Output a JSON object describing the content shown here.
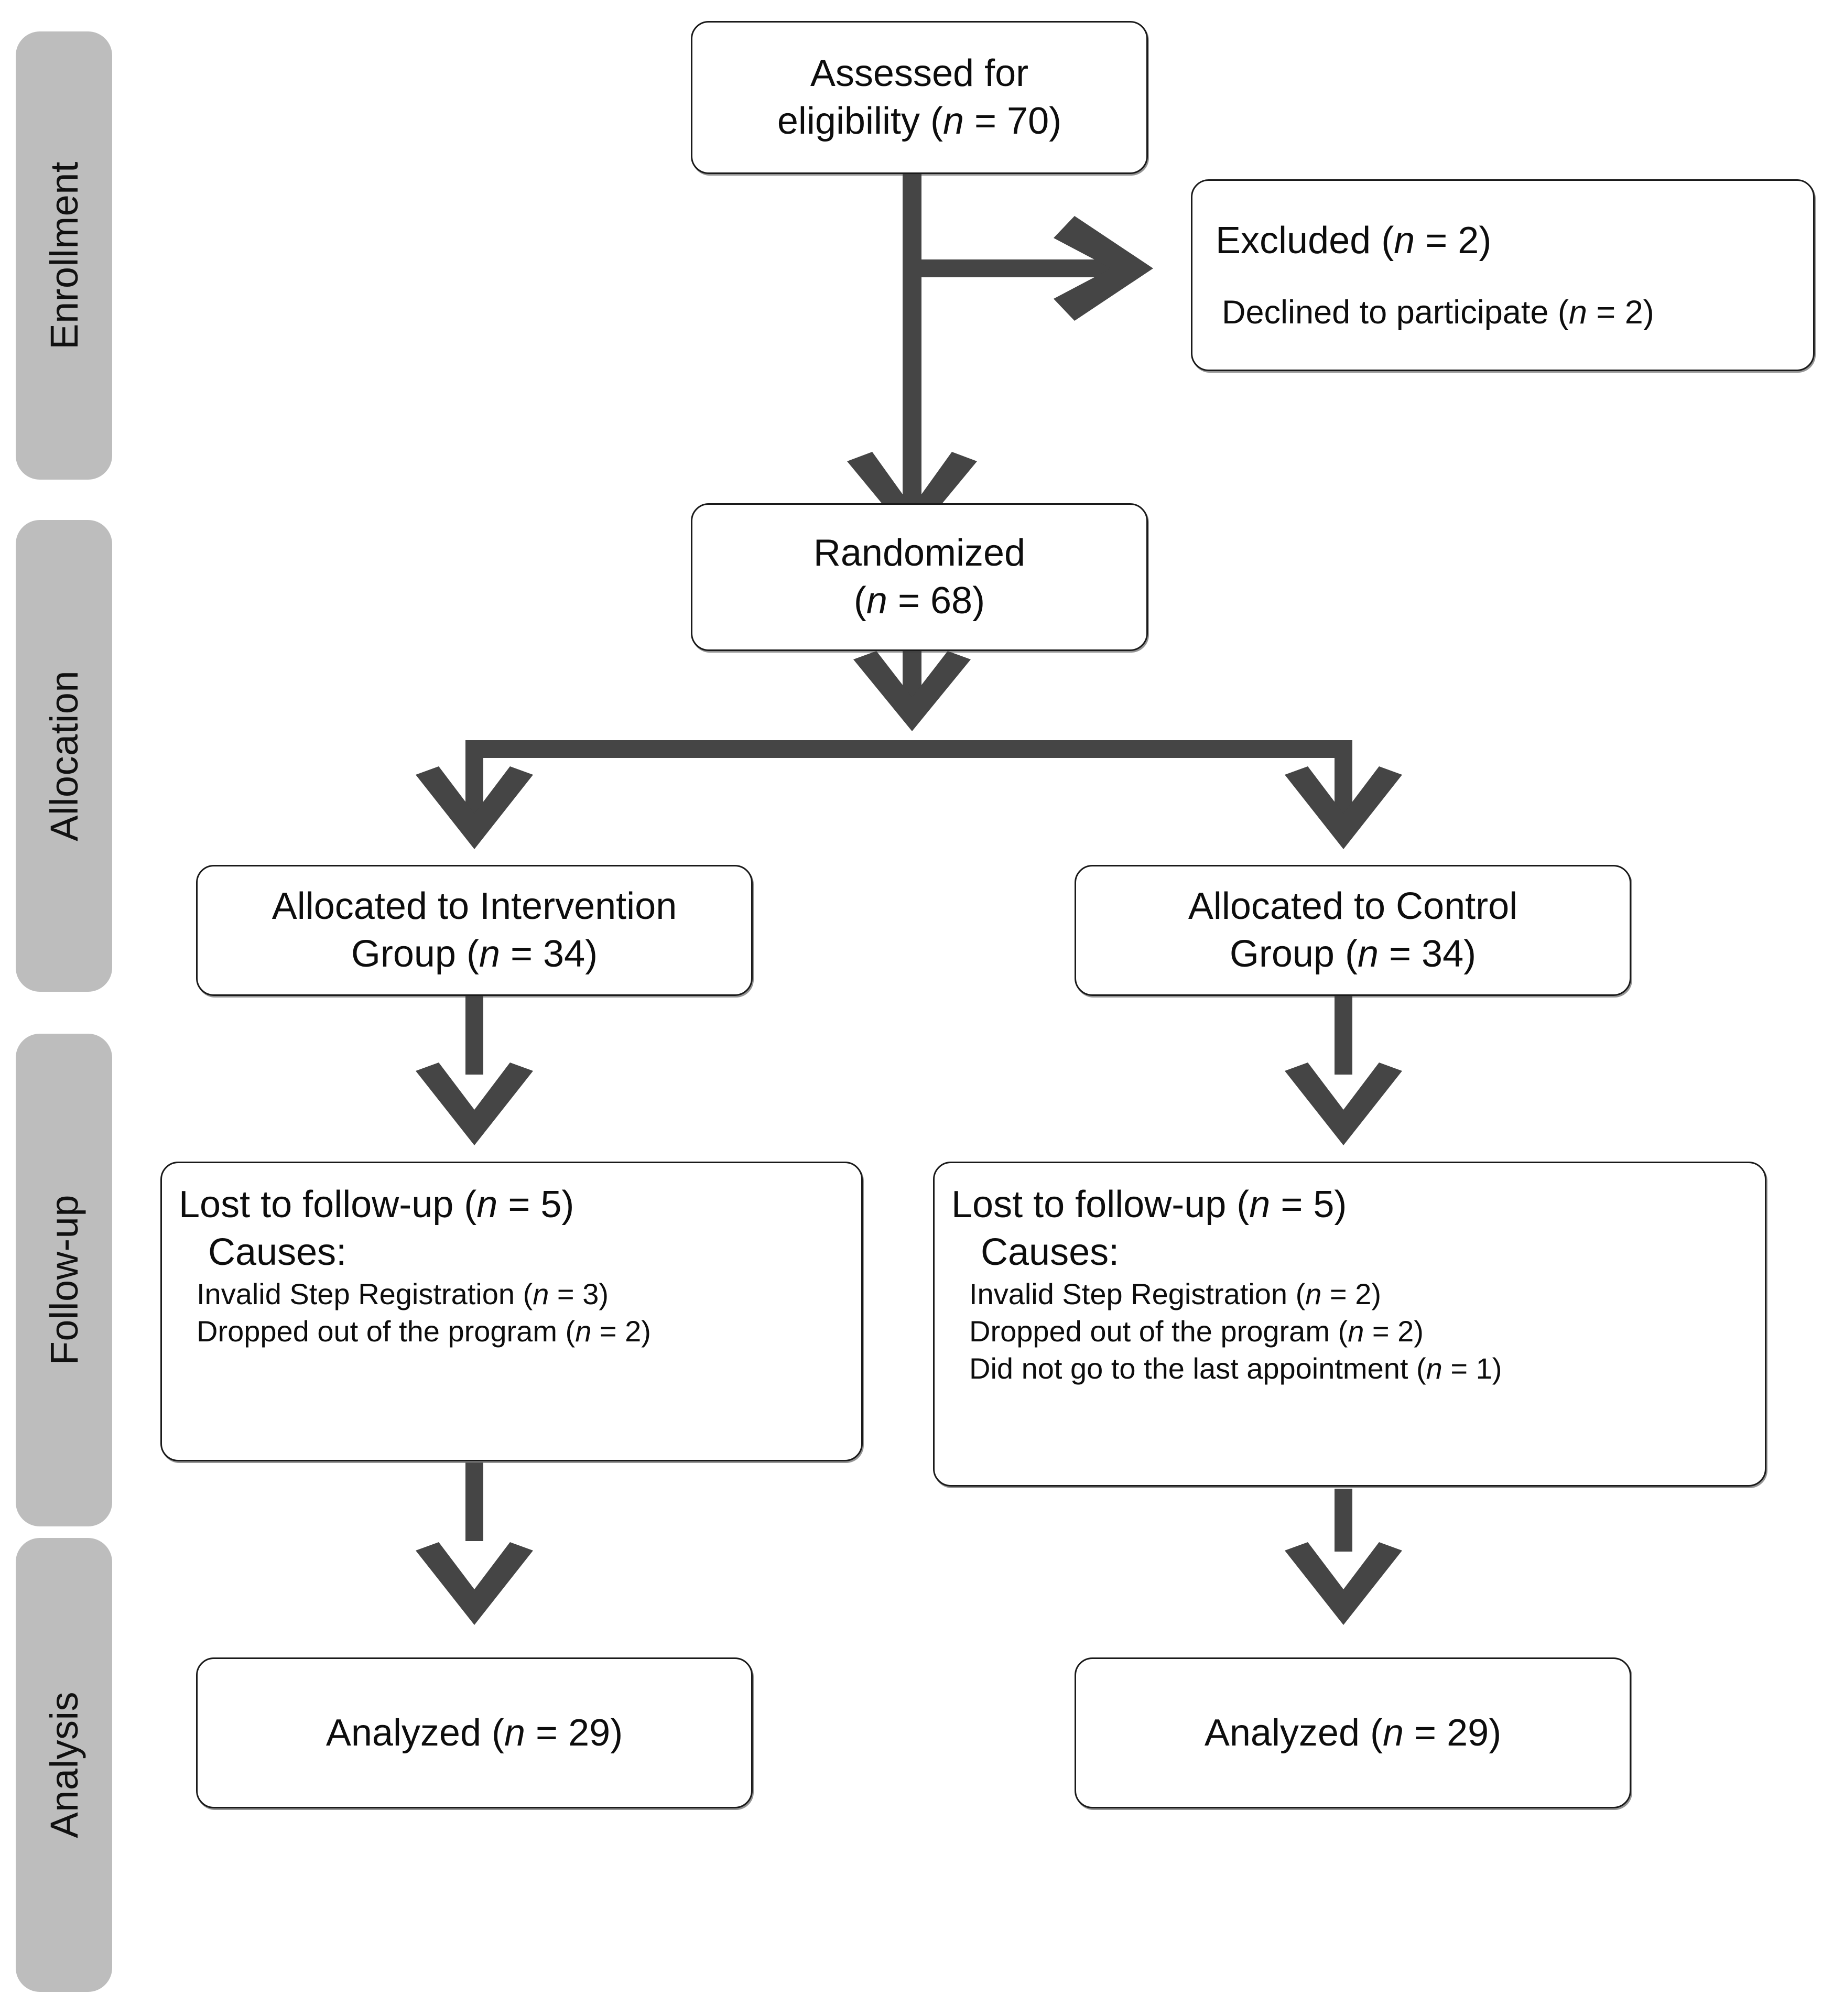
{
  "diagram": {
    "title": "CONSORT participant flow diagram",
    "colors": {
      "phase_bar": "#bdbdbd",
      "box_border": "#1a1a1a",
      "connector": "#454545",
      "text": "#0d0d0d",
      "background": "#ffffff"
    }
  },
  "phases": [
    {
      "id": "enrollment",
      "label": "Enrollment"
    },
    {
      "id": "allocation",
      "label": "Allocation"
    },
    {
      "id": "followup",
      "label": "Follow-up"
    },
    {
      "id": "analysis",
      "label": "Analysis"
    }
  ],
  "nodes": {
    "assessed": {
      "line1": "Assessed for",
      "line2_pre": "eligibility (",
      "line2_var": "n",
      "line2_post": " = 70)"
    },
    "excluded": {
      "line1_pre": "Excluded (",
      "line1_var": "n",
      "line1_post": " = 2)",
      "line2_pre": "Declined to participate (",
      "line2_var": "n",
      "line2_post": " = 2)"
    },
    "randomized": {
      "line1": "Randomized",
      "line2_pre": "(",
      "line2_var": "n",
      "line2_post": " = 68)"
    },
    "alloc_intervention": {
      "line1": "Allocated to Intervention",
      "line2_pre": "Group (",
      "line2_var": "n",
      "line2_post": " = 34)"
    },
    "alloc_control": {
      "line1": "Allocated to Control",
      "line2_pre": "Group (",
      "line2_var": "n",
      "line2_post": " = 34)"
    },
    "lost_intervention": {
      "heading_pre": "Lost to follow-up (",
      "heading_var": "n",
      "heading_post": " = 5)",
      "causes_label": "Causes:",
      "causes": [
        {
          "text_pre": "Invalid Step Registration (",
          "var": "n",
          "text_post": " = 3)"
        },
        {
          "text_pre": "Dropped out of the program (",
          "var": "n",
          "text_post": " = 2)"
        }
      ]
    },
    "lost_control": {
      "heading_pre": "Lost to follow-up (",
      "heading_var": "n",
      "heading_post": " = 5)",
      "causes_label": "Causes:",
      "causes": [
        {
          "text_pre": "Invalid Step Registration (",
          "var": "n",
          "text_post": " = 2)"
        },
        {
          "text_pre": "Dropped out of the program (",
          "var": "n",
          "text_post": " = 2)"
        },
        {
          "text_pre": "Did not go to the last appointment (",
          "var": "n",
          "text_post": " = 1)"
        }
      ]
    },
    "analyzed_intervention": {
      "line1_pre": "Analyzed (",
      "line1_var": "n",
      "line1_post": " = 29)"
    },
    "analyzed_control": {
      "line1_pre": "Analyzed (",
      "line1_var": "n",
      "line1_post": " = 29)"
    }
  },
  "chart_data": {
    "type": "diagram",
    "title": "CONSORT flow diagram",
    "flow": [
      {
        "stage": "Enrollment",
        "node": "Assessed for eligibility",
        "n": 70
      },
      {
        "stage": "Enrollment",
        "node": "Excluded",
        "n": 2,
        "reasons": [
          {
            "label": "Declined to participate",
            "n": 2
          }
        ]
      },
      {
        "stage": "Enrollment",
        "node": "Randomized",
        "n": 68
      },
      {
        "stage": "Allocation",
        "node": "Allocated to Intervention Group",
        "n": 34
      },
      {
        "stage": "Allocation",
        "node": "Allocated to Control Group",
        "n": 34
      },
      {
        "stage": "Follow-up",
        "node": "Lost to follow-up (Intervention)",
        "n": 5,
        "reasons": [
          {
            "label": "Invalid Step Registration",
            "n": 3
          },
          {
            "label": "Dropped out of the program",
            "n": 2
          }
        ]
      },
      {
        "stage": "Follow-up",
        "node": "Lost to follow-up (Control)",
        "n": 5,
        "reasons": [
          {
            "label": "Invalid Step Registration",
            "n": 2
          },
          {
            "label": "Dropped out of the program",
            "n": 2
          },
          {
            "label": "Did not go to the last appointment",
            "n": 1
          }
        ]
      },
      {
        "stage": "Analysis",
        "node": "Analyzed (Intervention)",
        "n": 29
      },
      {
        "stage": "Analysis",
        "node": "Analyzed (Control)",
        "n": 29
      }
    ]
  }
}
